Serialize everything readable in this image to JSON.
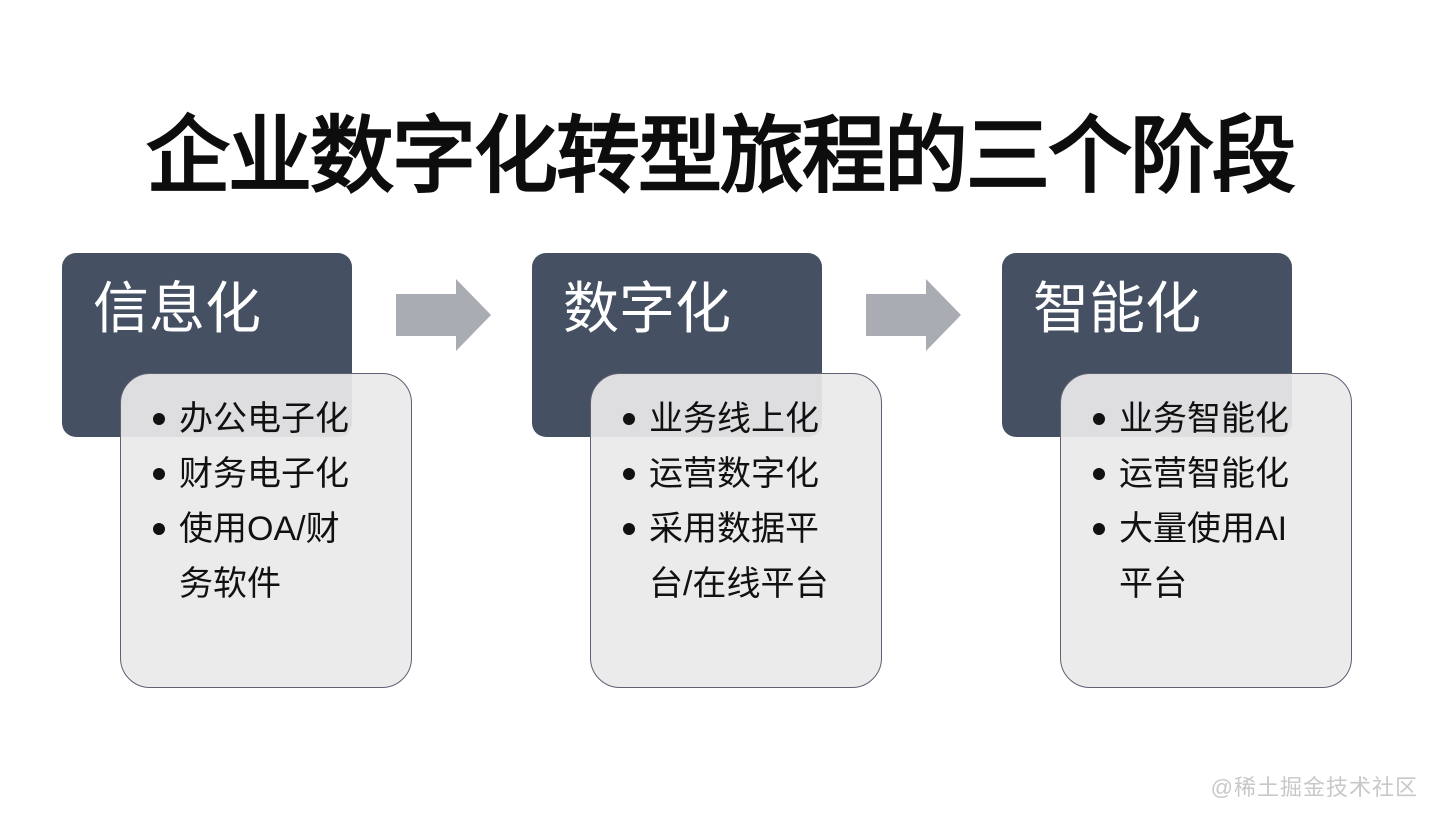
{
  "title": "企业数字化转型旅程的三个阶段",
  "stages": [
    {
      "label": "信息化",
      "bullets": [
        "办公电子化",
        "财务电子化",
        "使用OA/财务软件"
      ]
    },
    {
      "label": "数字化",
      "bullets": [
        "业务线上化",
        "运营数字化",
        "采用数据平台/在线平台"
      ]
    },
    {
      "label": "智能化",
      "bullets": [
        "业务智能化",
        "运营智能化",
        "大量使用AI平台"
      ]
    }
  ],
  "icons": {
    "arrow_right": "block-arrow-right"
  },
  "colors": {
    "stage_box_fill": "#455063",
    "stage_label_text": "#ffffff",
    "card_fill": "#e9e9ea",
    "card_border": "#5e6073",
    "arrow_fill": "#a9acb2",
    "title_text": "#0d0d0d",
    "watermark_text": "#c8c8c8"
  },
  "watermark": "@稀土掘金技术社区"
}
